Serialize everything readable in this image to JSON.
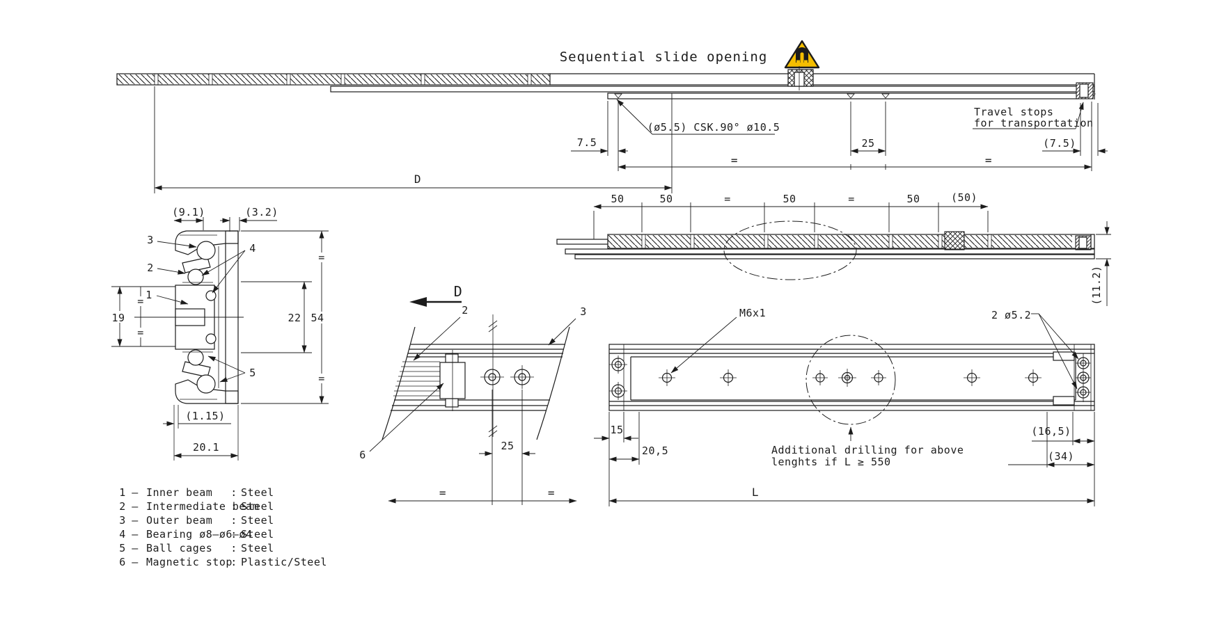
{
  "title": "Sequential slide opening",
  "warning_icon": "magnet-warning",
  "top_view": {
    "csk_note": "(ø5.5) CSK.90° ø10.5",
    "dim_75": "7.5",
    "dim_25": "25",
    "eq": "=",
    "dim_75_ref": "(7.5)",
    "travel_note_1": "Travel stops",
    "travel_note_2": "for transportation",
    "dim_d": "D"
  },
  "closed_view": {
    "spacing_dims": [
      "50",
      "50",
      "=",
      "50",
      "=",
      "50",
      "(50)"
    ],
    "height_ref": "(11.2)"
  },
  "section_view": {
    "width_ref": "(9.1)",
    "gap_ref": "(3.2)",
    "part_1": "1",
    "part_2": "2",
    "part_3": "3",
    "part_4": "4",
    "part_5": "5",
    "dim_19": "19",
    "dim_22": "22",
    "dim_54": "54",
    "eq": "=",
    "thickness_ref": "(1.15)",
    "dim_201": "20.1"
  },
  "detail_view": {
    "label_d": "D",
    "part_2": "2",
    "part_3": "3",
    "part_6": "6",
    "dim_25": "25",
    "eq": "="
  },
  "plan_view": {
    "thread_label": "M6x1",
    "hole_label": "2 ø5.2",
    "dim_15": "15",
    "dim_205": "20,5",
    "dim_165": "(16,5)",
    "dim_34": "(34)",
    "dim_l": "L",
    "drill_note_1": "Additional drilling for above",
    "drill_note_2": "lenghts if L ≥ 550"
  },
  "parts_list": [
    {
      "num": "1",
      "dash": "–",
      "name": "Inner beam",
      "colon": ":",
      "material": "Steel"
    },
    {
      "num": "2",
      "dash": "–",
      "name": "Intermediate beam",
      "colon": ":",
      "material": "Steel"
    },
    {
      "num": "3",
      "dash": "–",
      "name": "Outer beam",
      "colon": ":",
      "material": "Steel"
    },
    {
      "num": "4",
      "dash": "–",
      "name": "Bearing ø8–ø6–ø4",
      "colon": ":",
      "material": "Steel"
    },
    {
      "num": "5",
      "dash": "–",
      "name": "Ball cages",
      "colon": ":",
      "material": "Steel"
    },
    {
      "num": "6",
      "dash": "–",
      "name": "Magnetic stop",
      "colon": ":",
      "material": "Plastic/Steel"
    }
  ],
  "colors": {
    "ink": "#1c1c1c",
    "paper": "#ffffff",
    "warning_yellow": "#f5be00"
  }
}
